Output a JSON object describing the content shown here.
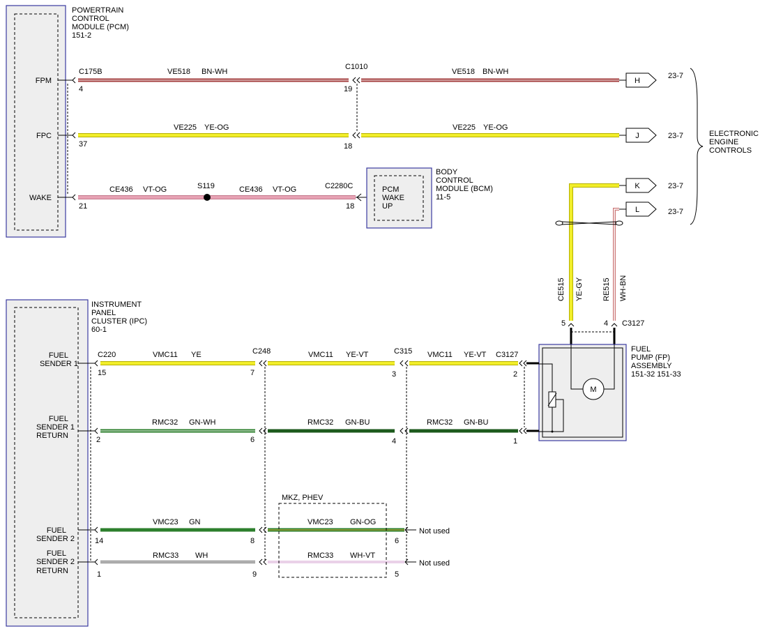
{
  "pcm": {
    "label": [
      "POWERTRAIN",
      "CONTROL",
      "MODULE (PCM)",
      "151-2"
    ],
    "pins": {
      "fpm": "FPM",
      "fpc": "FPC",
      "wake": "WAKE"
    },
    "connector": "C175B",
    "pin_numbers": {
      "fpm": "4",
      "fpc": "37",
      "wake": "21"
    }
  },
  "c1010": {
    "label": "C1010",
    "pin_fpm": "19",
    "pin_fpc": "18"
  },
  "wires_top": {
    "fpm_left": {
      "circuit": "VE518",
      "color": "BN-WH"
    },
    "fpm_right": {
      "circuit": "VE518",
      "color": "BN-WH"
    },
    "fpc_left": {
      "circuit": "VE225",
      "color": "YE-OG"
    },
    "fpc_right": {
      "circuit": "VE225",
      "color": "YE-OG"
    },
    "wake_left": {
      "circuit": "CE436",
      "color": "VT-OG"
    },
    "wake_right": {
      "circuit": "CE436",
      "color": "VT-OG"
    }
  },
  "splice": {
    "label": "S119"
  },
  "c2280c": {
    "label": "C2280C",
    "pin": "18"
  },
  "bcm": {
    "inner": [
      "PCM",
      "WAKE",
      "UP"
    ],
    "label": [
      "BODY",
      "CONTROL",
      "MODULE (BCM)",
      "11-5"
    ]
  },
  "offpage": [
    {
      "letter": "H",
      "ref": "23-7"
    },
    {
      "letter": "J",
      "ref": "23-7"
    },
    {
      "letter": "K",
      "ref": "23-7"
    },
    {
      "letter": "L",
      "ref": "23-7"
    }
  ],
  "eec": {
    "label": [
      "ELECTRONIC",
      "ENGINE",
      "CONTROLS"
    ]
  },
  "vertical_wires": {
    "ce515": {
      "circuit": "CE515",
      "color": "YE-GY",
      "pin": "5"
    },
    "re515": {
      "circuit": "RE515",
      "color": "WH-BN",
      "pin": "4"
    },
    "connector": "C3127"
  },
  "ipc": {
    "label": [
      "INSTRUMENT",
      "PANEL",
      "CLUSTER (IPC)",
      "60-1"
    ],
    "pins": {
      "fs1": [
        "FUEL",
        "SENDER 1"
      ],
      "fs1r": [
        "FUEL",
        "SENDER 1",
        "RETURN"
      ],
      "fs2": [
        "FUEL",
        "SENDER 2"
      ],
      "fs2r": [
        "FUEL",
        "SENDER 2",
        "RETURN"
      ]
    },
    "connector": "C220",
    "pin_numbers": {
      "fs1": "15",
      "fs1r": "2",
      "fs2": "14",
      "fs2r": "1"
    }
  },
  "c248": {
    "label": "C248",
    "pins": {
      "fs1": "7",
      "fs1r": "6",
      "fs2": "8",
      "fs2r": "9"
    }
  },
  "c315": {
    "label": "C315",
    "pins": {
      "fs1": "3",
      "fs1r": "4",
      "fs2": "6",
      "fs2r": "5"
    }
  },
  "c3127": {
    "label": "C3127",
    "pins": {
      "fs1": "2",
      "fs1r": "1"
    }
  },
  "wires_bottom": {
    "fs1_a": {
      "circuit": "VMC11",
      "color": "YE"
    },
    "fs1_b": {
      "circuit": "VMC11",
      "color": "YE-VT"
    },
    "fs1_c": {
      "circuit": "VMC11",
      "color": "YE-VT"
    },
    "fs1r_a": {
      "circuit": "RMC32",
      "color": "GN-WH"
    },
    "fs1r_b": {
      "circuit": "RMC32",
      "color": "GN-BU"
    },
    "fs1r_c": {
      "circuit": "RMC32",
      "color": "GN-BU"
    },
    "fs2_a": {
      "circuit": "VMC23",
      "color": "GN"
    },
    "fs2_b": {
      "circuit": "VMC23",
      "color": "GN-OG"
    },
    "fs2r_a": {
      "circuit": "RMC33",
      "color": "WH"
    },
    "fs2r_b": {
      "circuit": "RMC33",
      "color": "WH-VT"
    }
  },
  "option_box": {
    "label": "MKZ, PHEV"
  },
  "not_used": {
    "fs2": "Not used",
    "fs2r": "Not used"
  },
  "fuel_pump": {
    "label": [
      "FUEL",
      "PUMP (FP)",
      "ASSEMBLY",
      "151-32  151-33"
    ],
    "motor": "M"
  },
  "colors": {
    "bn_wh_outer": "#a23b3b",
    "bn_wh_inner": "#7a1f1f",
    "ye": "#f2ee2a",
    "ye_edge": "#b5b000",
    "vt_og": "#e7a2b4",
    "vt_og_edge": "#c4788c",
    "gn": "#2c7f2c",
    "gn_edge": "#1d5a1d",
    "wh_vt": "#d6a3d0",
    "box_border": "#3a3aa0",
    "box_fill": "#eeeeee"
  }
}
